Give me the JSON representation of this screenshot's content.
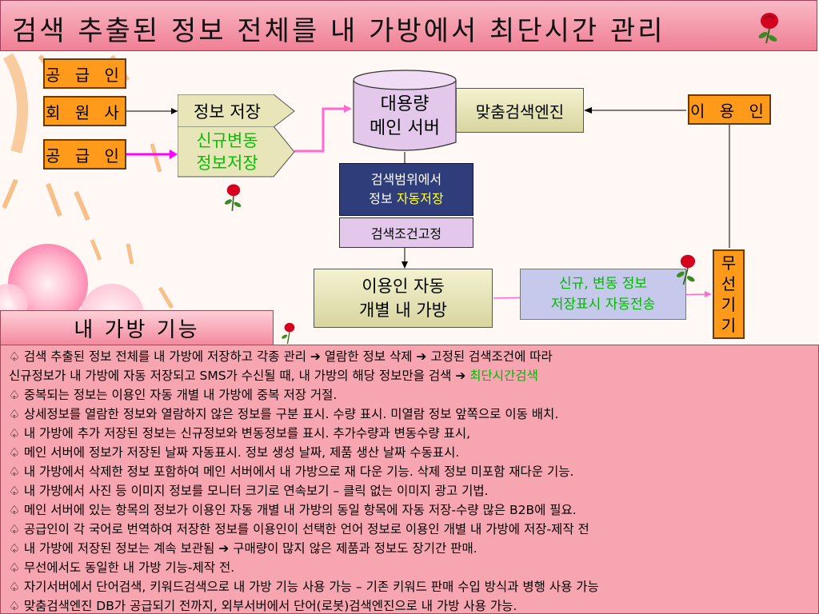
{
  "title": "검색 추출된 정보 전체를 내 가방에서 최단시간 관리",
  "diagram": {
    "supplier_top": "공 급 인",
    "member": "회 원 사",
    "supplier_bottom": "공 급 인",
    "info_save": "정보 저장",
    "new_change_line1": "신규변동",
    "new_change_line2": "정보저장",
    "server_line1": "대용량",
    "server_line2": "메인 서버",
    "search_engine": "맞춤검색엔진",
    "user": "이 용 인",
    "search_range_line1": "검색범위에서",
    "search_range_line2_prefix": "정보 ",
    "search_range_line2_highlight": "자동저장",
    "fixed_condition": "검색조건고정",
    "bag_line1": "이용인 자동",
    "bag_line2": "개별 내 가방",
    "notify_line1": "신규, 변동 정보",
    "notify_line2": "저장표시 자동전송",
    "wireless_chars": [
      "무",
      "선",
      "기",
      "기"
    ]
  },
  "section_title": "내 가방 기능",
  "bullets": [
    {
      "text": "♤ 검색 추출된 정보 전체를 내 가방에 저장하고 각종 관리 ➔ 열람한 정보 삭제 ➔ 고정된 검색조건에 따라",
      "highlight": ""
    },
    {
      "text": "     신규정보가 내 가방에 자동 저장되고 SMS가 수신될 때, 내 가방의 해당 정보만을 검색 ➔ ",
      "highlight": "최단시간검색"
    },
    {
      "text": "♤ 중복되는 정보는 이용인 자동 개별 내 가방에 중복 저장 거절.",
      "highlight": ""
    },
    {
      "text": "♤ 상세정보를 열람한 정보와 열람하지 않은 정보를 구분 표시. 수량 표시. 미열람 정보 앞쪽으로 이동 배치.",
      "highlight": ""
    },
    {
      "text": "♤ 내 가방에 추가 저장된 정보는 신규정보와 변동정보를 표시. 추가수량과 변동수량 표시,",
      "highlight": ""
    },
    {
      "text": "♤ 메인 서버에 정보가  저장된 날짜 자동표시. 정보 생성 날짜, 제품 생산 날짜 수동표시.",
      "highlight": ""
    },
    {
      "text": "♤ 내 가방에서 삭제한 정보 포함하여 메인 서버에서 내 가방으로 재 다운 기능. 삭제 정보 미포함 재다운 기능.",
      "highlight": ""
    },
    {
      "text": "♤ 내 가방에서 사진 등 이미지 정보를 모니터 크기로 연속보기 – 클릭 없는 이미지 광고 기법.",
      "highlight": ""
    },
    {
      "text": "♤ 메인 서버에 있는 항목의 정보가 이용인 자동 개별 내 가방의 동일 항목에 자동 저장-수량 많은 B2B에 필요.",
      "highlight": ""
    },
    {
      "text": "♤ 공급인이 각 국어로 번역하여 저장한 정보를 이용인이 선택한 언어 정보로 이용인 개별 내 가방에 저장-제작 전",
      "highlight": ""
    },
    {
      "text": "♤ 내 가방에 저장된 정보는 계속 보관됨 ➔ 구매량이 많지 않은 제품과 정보도 장기간 판매.",
      "highlight": ""
    },
    {
      "text": "♤ 무선에서도 동일한 내 가방 기능-제작 전.",
      "highlight": ""
    },
    {
      "text": "♤ 자기서버에서 단어검색, 키워드검색으로 내 가방 기능 사용 가능 – 기존 키워드 판매 수입 방식과 병행 사용 가능",
      "highlight": ""
    },
    {
      "text": "♤ 맞춤검색엔진 DB가 공급되기 전까지, 외부서버에서 단어(로봇)검색엔진으로 내 가방 사용 가능.",
      "highlight": ""
    }
  ],
  "colors": {
    "title_bg": "#f07f95",
    "orange_box": "#ff9a1a",
    "highlight_green": "#00b800",
    "highlight_yellow": "#ffff33",
    "bottom_panel": "#f7a5b0"
  }
}
